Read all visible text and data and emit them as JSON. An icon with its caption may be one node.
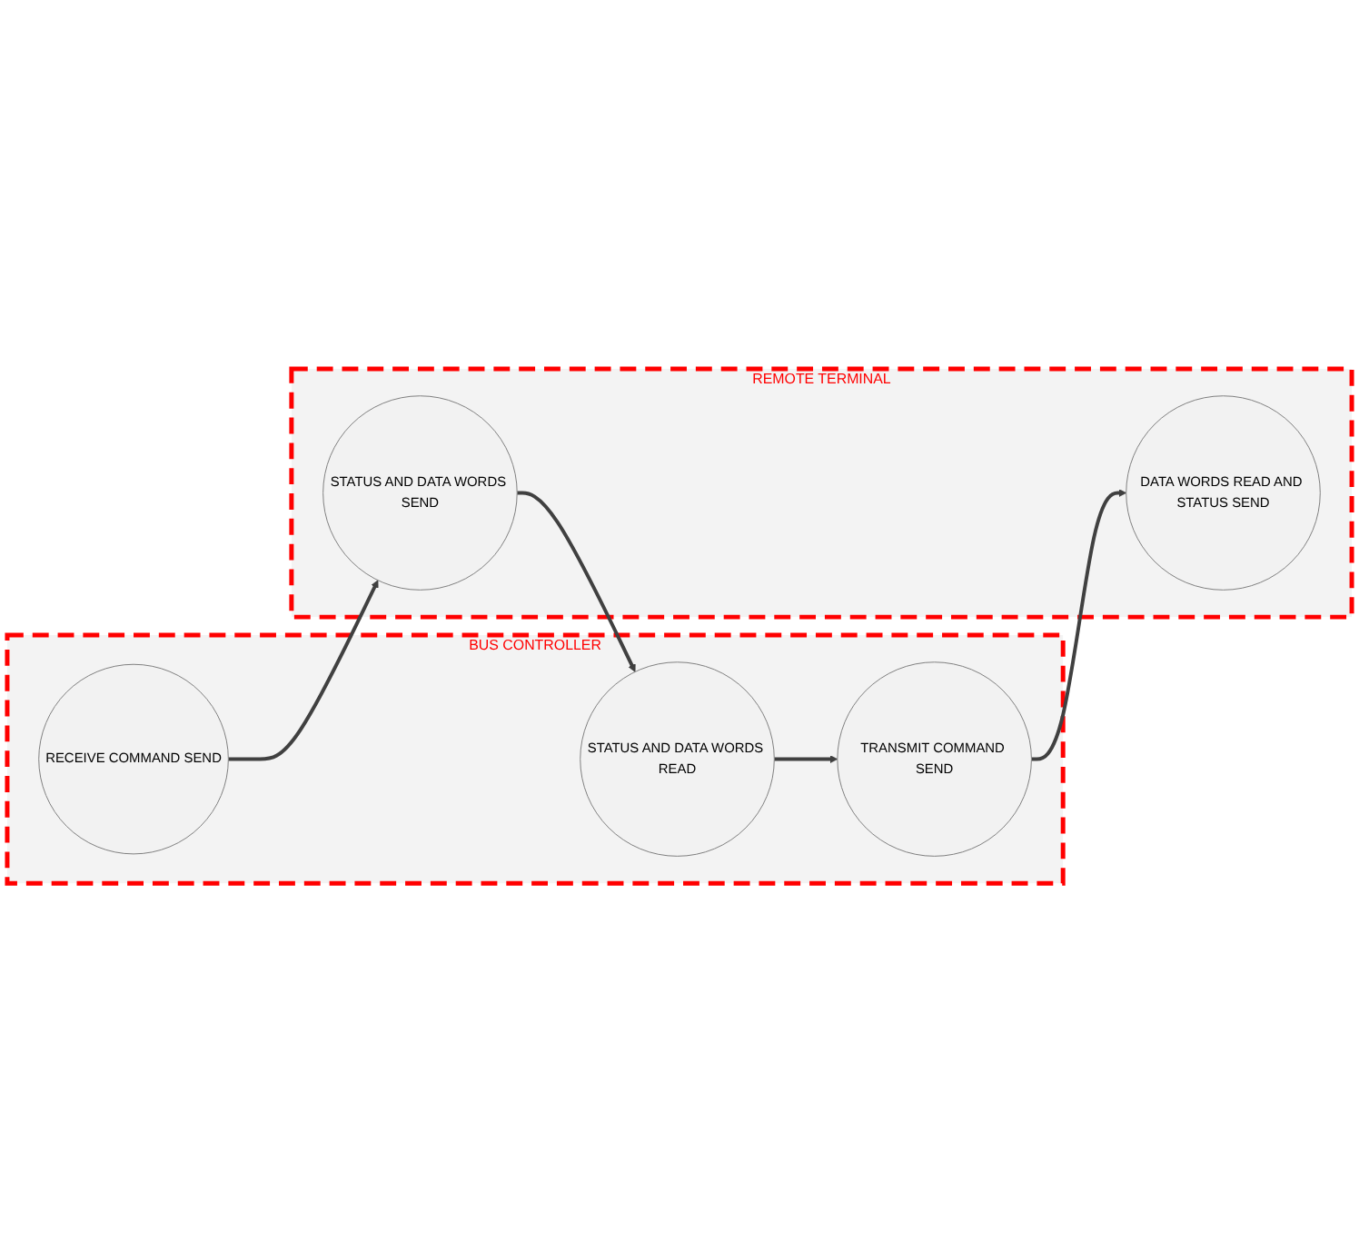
{
  "diagram": {
    "nodes": [
      {
        "text": [
          "BUS CONTROLLER"
        ]
      },
      {
        "text": [
          "RECEIVE COMMAND SEND"
        ],
        "in": 0
      },
      {
        "text": [
          "STATUS AND DATA WORDS READ"
        ],
        "in": 0
      },
      {
        "text": [
          "TRANSMIT COMMAND SEND"
        ],
        "in": 0
      },
      {
        "text": [
          "REMOTE TERMINAL"
        ]
      },
      {
        "text": [
          "STATUS AND DATA WORDS SEND"
        ],
        "in": 4
      },
      {
        "text": [
          "DATA WORDS READ AND STATUS SEND"
        ],
        "in": 4
      }
    ],
    "edges": [
      {
        "from": 1,
        "to": 5,
        "arrow": "to"
      },
      {
        "from": 5,
        "to": 2,
        "arrow": "to"
      },
      {
        "from": 2,
        "to": 3,
        "arrow": "to"
      },
      {
        "from": 3,
        "to": 6,
        "arrow": "to"
      }
    ]
  }
}
